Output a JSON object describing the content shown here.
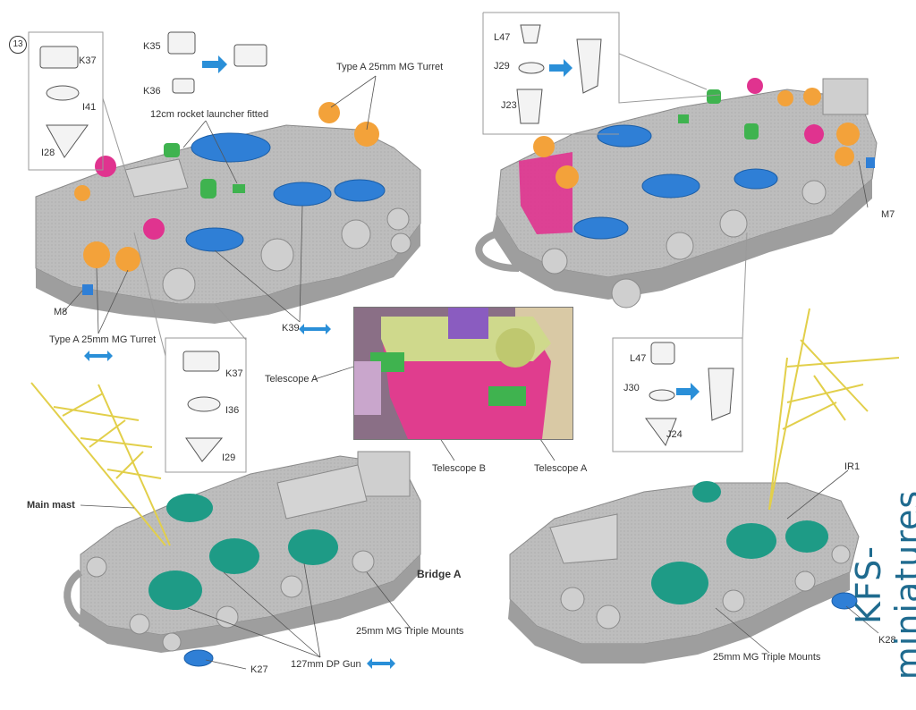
{
  "step": {
    "number": "13"
  },
  "callouts": {
    "top_left": {
      "parts": [
        "K37",
        "I41",
        "I28"
      ]
    },
    "k35_group": {
      "parts": [
        "K35",
        "K36"
      ]
    },
    "top_right": {
      "parts": [
        "L47",
        "J29",
        "J23"
      ]
    },
    "mid_left": {
      "parts": [
        "K37",
        "I36",
        "I29"
      ]
    },
    "mid_right": {
      "parts": [
        "L47",
        "J30",
        "J24"
      ]
    }
  },
  "labels": {
    "type_a_turret_top": "Type A 25mm MG Turret",
    "rocket_launcher": "12cm rocket launcher fitted",
    "m8": "M8",
    "type_a_turret_bottom": "Type A 25mm MG Turret",
    "k39": "K39",
    "m7": "M7",
    "telescope_a_left": "Telescope A",
    "telescope_b": "Telescope B",
    "telescope_a_right": "Telescope A",
    "main_mast": "Main mast",
    "bridge_a": "Bridge A",
    "triple_mounts_left": "25mm MG Triple Mounts",
    "dp_gun": "127mm DP Gun",
    "k27": "K27",
    "ir1": "IR1",
    "k28": "K28",
    "triple_mounts_right": "25mm MG Triple Mounts"
  },
  "watermark": {
    "text": "KFS-miniatures"
  },
  "colors": {
    "hull_grey": "#bdbdbd",
    "hull_dark": "#9e9e9e",
    "blue_parts": "#2f7fd6",
    "orange_parts": "#f3a23a",
    "magenta_parts": "#e0338f",
    "green_parts": "#3fb34f",
    "teal_turrets": "#1e9b86",
    "mast_yellow": "#e2cf4a",
    "arrow_blue": "#2a8fd8",
    "watermark": "#1f6b8f"
  }
}
